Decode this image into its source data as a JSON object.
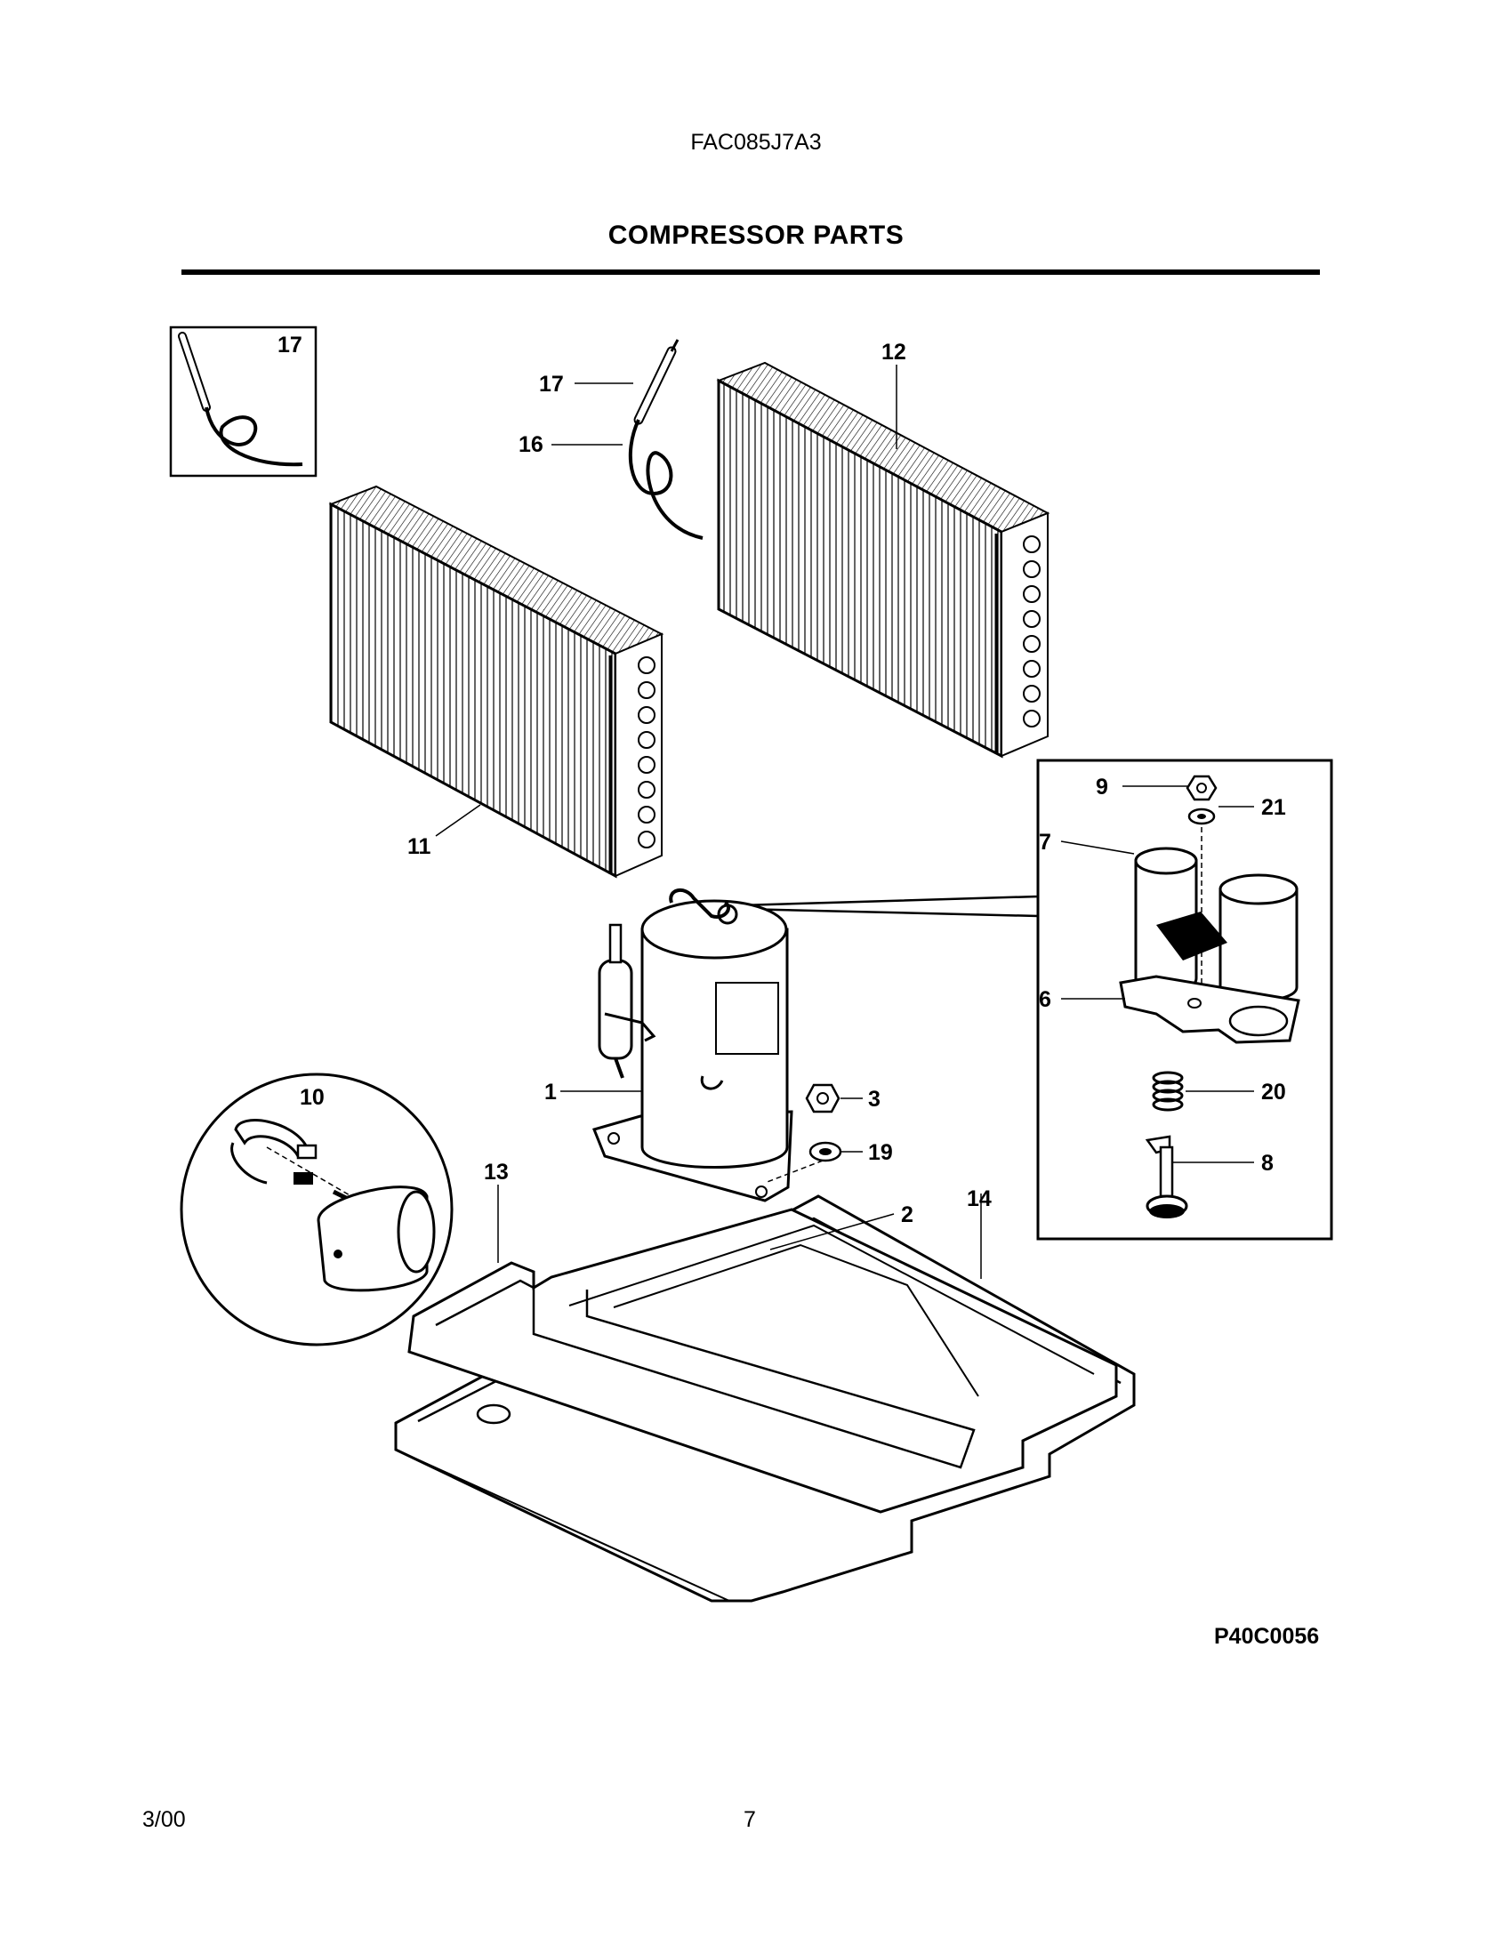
{
  "header": {
    "model": "FAC085J7A3",
    "title": "COMPRESSOR PARTS"
  },
  "footer": {
    "ref_code": "P40C0056",
    "date": "3/00",
    "page": "7"
  },
  "callouts": {
    "c1": "1",
    "c2": "2",
    "c3": "3",
    "c6": "6",
    "c7": "7",
    "c8": "8",
    "c9": "9",
    "c10": "10",
    "c11": "11",
    "c12": "12",
    "c13": "13",
    "c14": "14",
    "c16": "16",
    "c17": "17",
    "c17_inset": "17",
    "c19": "19",
    "c20": "20",
    "c21": "21"
  }
}
